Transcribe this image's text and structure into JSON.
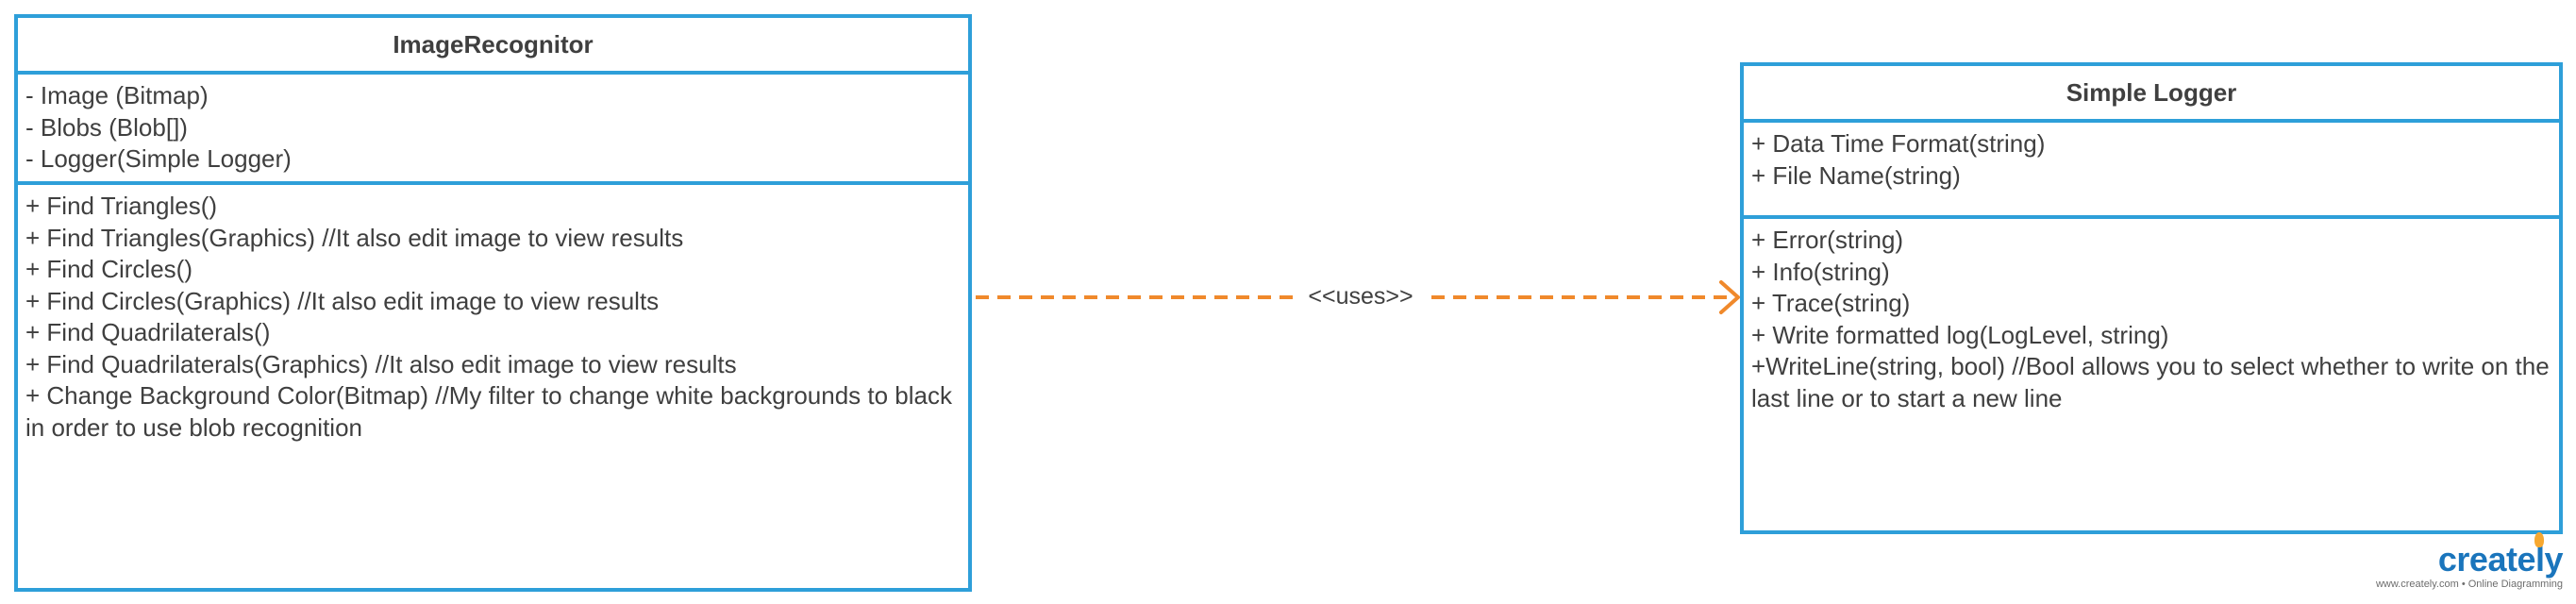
{
  "classes": {
    "left": {
      "name": "ImageRecognitor",
      "attributes": [
        "- Image (Bitmap)",
        "- Blobs (Blob[])",
        "- Logger(Simple Logger)"
      ],
      "methods": [
        "+ Find Triangles()",
        "+ Find Triangles(Graphics) //It also edit image to view results",
        "+ Find Circles()",
        "+ Find Circles(Graphics) //It also edit image to view results",
        "+ Find Quadrilaterals()",
        "+ Find Quadrilaterals(Graphics) //It also edit image to view results",
        "+ Change Background Color(Bitmap) //My filter to change white backgrounds to black in order to use blob recognition"
      ]
    },
    "right": {
      "name": "Simple Logger",
      "attributes": [
        "+ Data Time Format(string)",
        "+ File Name(string)"
      ],
      "methods": [
        "+ Error(string)",
        "+ Info(string)",
        "+ Trace(string)",
        "+ Write formatted log(LogLevel, string)",
        "+WriteLine(string, bool) //Bool allows you to select whether to write on the last line or to start a new line"
      ]
    }
  },
  "relationship": {
    "label": "<<uses>>",
    "color": "#f0892b"
  },
  "colors": {
    "class_border": "#2e9fd9",
    "text": "#3f3f3f"
  },
  "brand": {
    "name": "creately",
    "tagline": "www.creately.com • Online Diagramming"
  }
}
